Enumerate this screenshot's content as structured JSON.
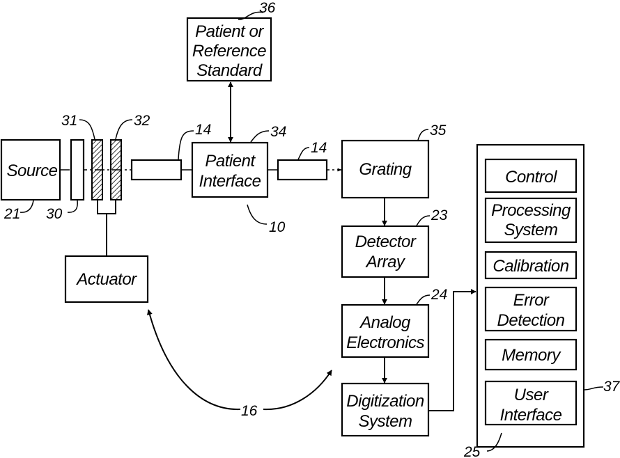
{
  "blocks": {
    "source": {
      "label": "Source"
    },
    "patient_ref": {
      "line1": "Patient or",
      "line2": "Reference",
      "line3": "Standard"
    },
    "patient_interface": {
      "line1": "Patient",
      "line2": "Interface"
    },
    "grating": {
      "label": "Grating"
    },
    "actuator": {
      "label": "Actuator"
    },
    "detector_array": {
      "line1": "Detector",
      "line2": "Array"
    },
    "analog_electronics": {
      "line1": "Analog",
      "line2": "Electronics"
    },
    "digitization_system": {
      "line1": "Digitization",
      "line2": "System"
    },
    "control": {
      "label": "Control"
    },
    "processing_system": {
      "line1": "Processing",
      "line2": "System"
    },
    "calibration": {
      "label": "Calibration"
    },
    "error_detection": {
      "line1": "Error",
      "line2": "Detection"
    },
    "memory": {
      "label": "Memory"
    },
    "user_interface": {
      "line1": "User",
      "line2": "Interface"
    }
  },
  "reference_numerals": {
    "n36": "36",
    "n31": "31",
    "n32": "32",
    "n14a": "14",
    "n34": "34",
    "n14b": "14",
    "n35": "35",
    "n21": "21",
    "n30": "30",
    "n10": "10",
    "n23": "23",
    "n24": "24",
    "n16": "16",
    "n37": "37",
    "n25": "25"
  },
  "colors": {
    "ink": "#000000",
    "paper": "#ffffff"
  }
}
